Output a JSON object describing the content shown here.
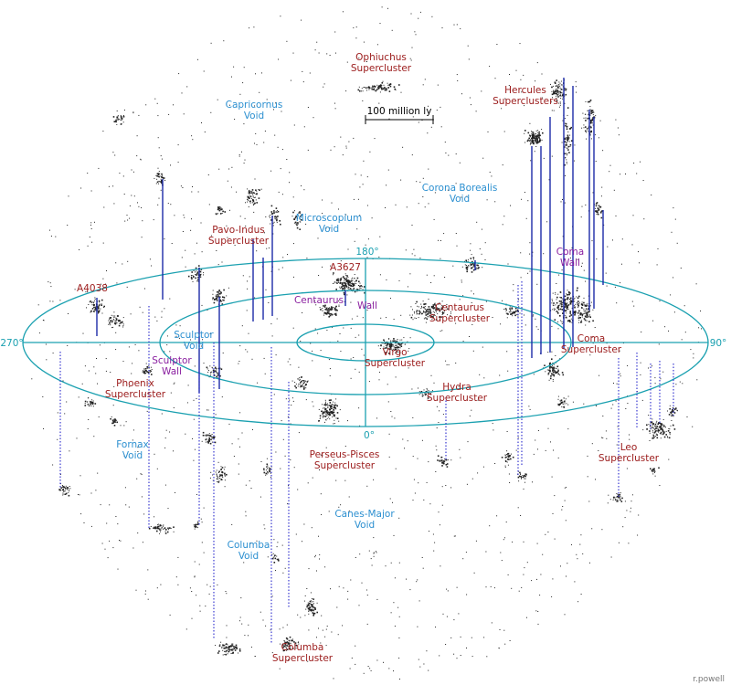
{
  "colors": {
    "ellipse": "#1aa0b0",
    "void": "#2b8fd0",
    "cluster": "#9b1b1b",
    "wall": "#8a1fa0",
    "solid_line": "#1c2aa8",
    "dotted_line": "#3a3ad0",
    "dots": "#222222"
  },
  "scale_label": "100 million ly",
  "credit": "r.powell",
  "axis_labels": {
    "deg_0": "0°",
    "deg_90": "90°",
    "deg_180": "180°",
    "deg_270": "270°"
  },
  "voids": [
    {
      "id": "capricornus",
      "lines": [
        "Capricornus",
        "Void"
      ]
    },
    {
      "id": "microscopium",
      "lines": [
        "Microscopium",
        "Void"
      ]
    },
    {
      "id": "corona-borealis",
      "lines": [
        "Corona Borealis",
        "Void"
      ]
    },
    {
      "id": "sculptor",
      "lines": [
        "Sculptor",
        "Void"
      ]
    },
    {
      "id": "fornax",
      "lines": [
        "Fornax",
        "Void"
      ]
    },
    {
      "id": "columba",
      "lines": [
        "Columba",
        "Void"
      ]
    },
    {
      "id": "canes-major",
      "lines": [
        "Canes-Major",
        "Void"
      ]
    }
  ],
  "clusters": [
    {
      "id": "ophiuchus",
      "lines": [
        "Ophiuchus",
        "Supercluster"
      ]
    },
    {
      "id": "hercules",
      "lines": [
        "Hercules",
        "Superclusters"
      ]
    },
    {
      "id": "pavo-indus",
      "lines": [
        "Pavo-Indus",
        "Supercluster"
      ]
    },
    {
      "id": "a3627",
      "lines": [
        "A3627"
      ]
    },
    {
      "id": "a4038",
      "lines": [
        "A4038"
      ]
    },
    {
      "id": "centaurus",
      "lines": [
        "Centaurus",
        "Supercluster"
      ]
    },
    {
      "id": "coma",
      "lines": [
        "Coma",
        "Supercluster"
      ]
    },
    {
      "id": "virgo",
      "lines": [
        "Virgo",
        "Supercluster"
      ]
    },
    {
      "id": "phoenix",
      "lines": [
        "Phoenix",
        "Supercluster"
      ]
    },
    {
      "id": "hydra",
      "lines": [
        "Hydra",
        "Supercluster"
      ]
    },
    {
      "id": "perseus-pisces",
      "lines": [
        "Perseus-Pisces",
        "Supercluster"
      ]
    },
    {
      "id": "leo",
      "lines": [
        "Leo",
        "Supercluster"
      ]
    },
    {
      "id": "columba-sc",
      "lines": [
        "Columba",
        "Supercluster"
      ]
    }
  ],
  "walls": [
    {
      "id": "centaurus-wall-a",
      "lines": [
        "Centaurus"
      ]
    },
    {
      "id": "centaurus-wall-b",
      "lines": [
        "Wall"
      ]
    },
    {
      "id": "coma-wall",
      "lines": [
        "Coma",
        "Wall"
      ]
    },
    {
      "id": "sculptor-wall",
      "lines": [
        "Sculptor",
        "Wall"
      ]
    }
  ]
}
